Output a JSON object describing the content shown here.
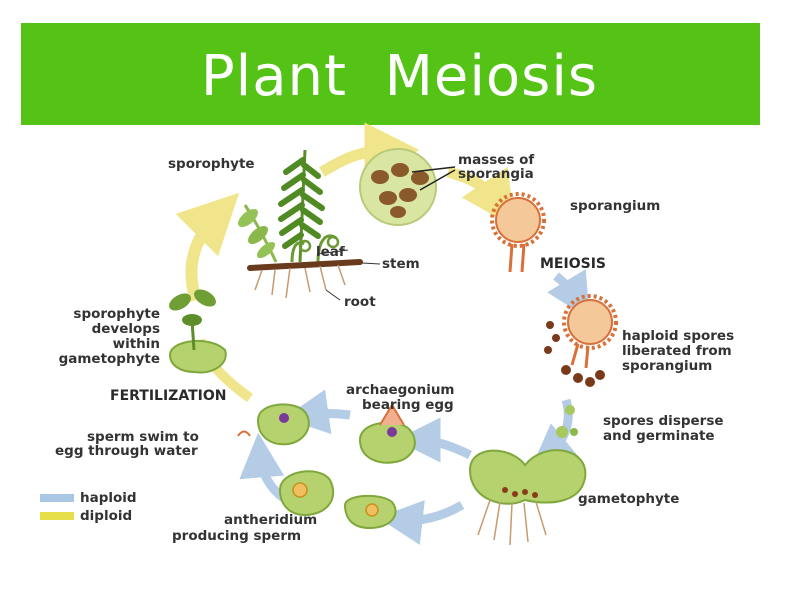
{
  "title": "Plant  Meiosis",
  "labels": {
    "sporophyte": "sporophyte",
    "masses_line1": "masses of",
    "masses_line2": "sporangia",
    "sporangium": "sporangium",
    "meiosis": "MEIOSIS",
    "leaf": "leaf",
    "stem": "stem",
    "root": "root",
    "develops_line1": "sporophyte",
    "develops_line2": "develops",
    "develops_line3": "within",
    "develops_line4": "gametophyte",
    "haploid_spores_line1": "haploid spores",
    "haploid_spores_line2": "liberated from",
    "haploid_spores_line3": "sporangium",
    "fertilization": "FERTILIZATION",
    "archaegonium_line1": "archaegonium",
    "archaegonium_line2": "bearing egg",
    "spores_disperse_line1": "spores disperse",
    "spores_disperse_line2": "and germinate",
    "sperm_swim_line1": "sperm swim to",
    "sperm_swim_line2": "egg through water",
    "gametophyte": "gametophyte",
    "antheridium_line1": "antheridium",
    "antheridium_line2": "producing sperm"
  },
  "legend": [
    {
      "label": "haploid",
      "color": "#a9c6e4"
    },
    {
      "label": "diploid",
      "color": "#e6df4a"
    }
  ],
  "colors": {
    "title_bg": "#55c315",
    "haploid_arrow": "#b4cce6",
    "diploid_arrow": "#f0e58a"
  }
}
